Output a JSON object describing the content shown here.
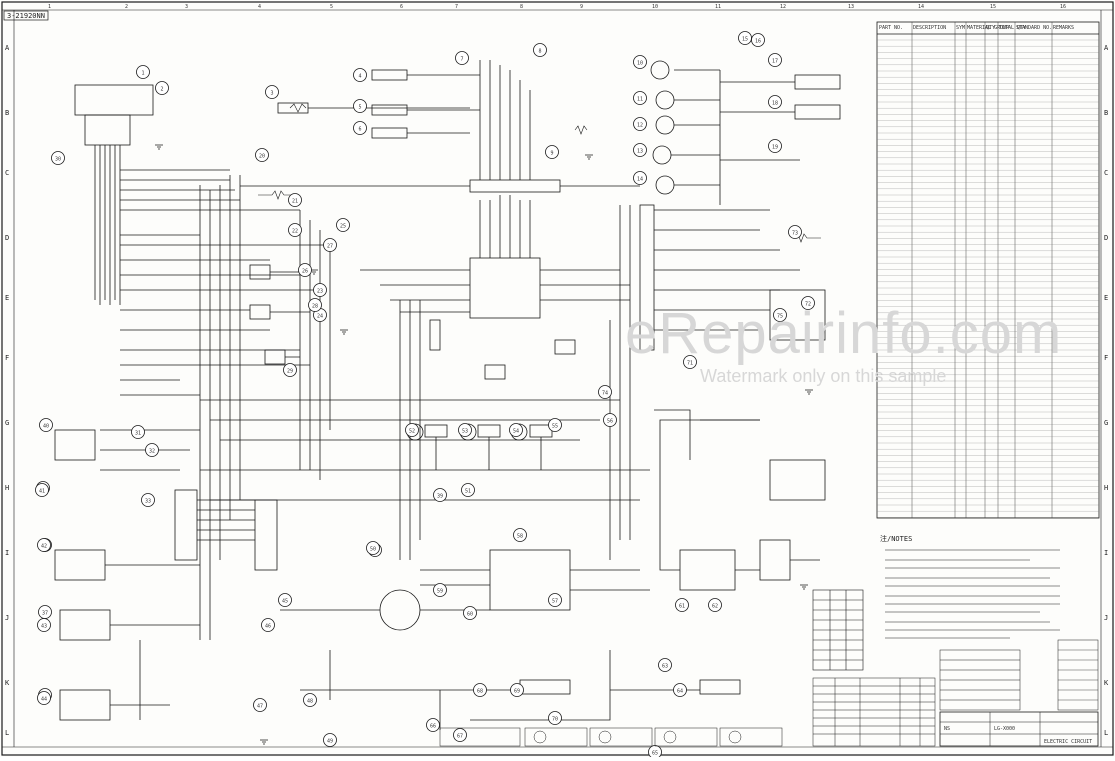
{
  "drawing_id": "3-21920NN",
  "columns": [
    "1",
    "2",
    "3",
    "4",
    "5",
    "6",
    "7",
    "8",
    "9",
    "10",
    "11",
    "12",
    "13",
    "14",
    "15",
    "16"
  ],
  "rows": [
    "A",
    "B",
    "C",
    "D",
    "E",
    "F",
    "G",
    "H",
    "I",
    "J",
    "K",
    "L"
  ],
  "parts_table": {
    "headers": [
      "PART NO.",
      "DESCRIPTION",
      "SYM",
      "MATERIAL GROUP",
      "QTY",
      "TOTAL QTY",
      "STANDARD NO.",
      "REMARKS"
    ]
  },
  "notes_title": "注/NOTES",
  "title_block": {
    "title": "ELECTRIC CIRCUIT",
    "scale": "NS",
    "drawing_no": "LG-X000"
  },
  "watermark": {
    "main": "eRepairinfo.com",
    "sub": "Watermark only on this sample"
  },
  "callouts": [
    "1",
    "2",
    "3",
    "4",
    "5",
    "6",
    "7",
    "8",
    "9",
    "10",
    "11",
    "12",
    "13",
    "14",
    "15",
    "16",
    "17",
    "18",
    "19",
    "20",
    "21",
    "22",
    "23",
    "24",
    "25",
    "26",
    "27",
    "28",
    "29",
    "30",
    "31",
    "32",
    "33",
    "34",
    "35",
    "36",
    "37",
    "38",
    "39",
    "40",
    "41",
    "42",
    "43",
    "44",
    "45",
    "46",
    "47",
    "48",
    "49",
    "50",
    "51",
    "52",
    "53",
    "54",
    "55",
    "56",
    "57",
    "58",
    "59",
    "60",
    "61",
    "62",
    "63",
    "64",
    "65",
    "66",
    "67",
    "68",
    "69",
    "70",
    "71",
    "72",
    "73",
    "74",
    "75"
  ]
}
